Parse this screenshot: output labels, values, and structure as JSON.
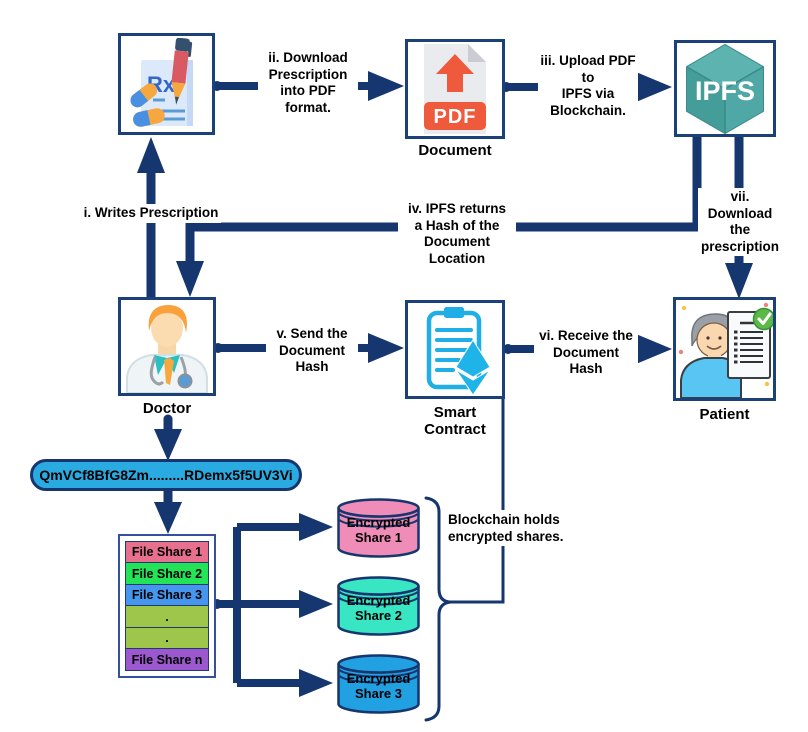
{
  "nodes": {
    "prescription": {
      "rx_text": "Rx"
    },
    "document": {
      "label": "Document",
      "badge": "PDF"
    },
    "ipfs": {
      "logo_text": "IPFS"
    },
    "doctor": {
      "label": "Doctor"
    },
    "smart_contract": {
      "label": "Smart Contract"
    },
    "patient": {
      "label": "Patient"
    }
  },
  "steps": {
    "i": "i. Writes Prescription",
    "ii": "ii. Download\nPrescription\ninto PDF\nformat.",
    "iii": "iii. Upload PDF\nto\nIPFS via\nBlockchain.",
    "iv": "iv. IPFS returns\na Hash of the\nDocument Location",
    "v": "v. Send the\nDocument\nHash",
    "vi": "vi. Receive the\nDocument\nHash",
    "vii": "vii.\nDownload\nthe\nprescription"
  },
  "hash_pill": {
    "text": "QmVCf8BfG8Zm.........RDemx5f5UV3Vi",
    "fill": "#29ABE2"
  },
  "file_stack": {
    "rows": [
      {
        "label": "File Share 1",
        "color": "#E8708F"
      },
      {
        "label": "File Share 2",
        "color": "#25E356"
      },
      {
        "label": "File Share 3",
        "color": "#4596EC"
      },
      {
        "label": ".",
        "color": "#9DC64B"
      },
      {
        "label": ".",
        "color": "#9DC64B"
      },
      {
        "label": "File Share n",
        "color": "#9C59CF"
      }
    ]
  },
  "encrypted_shares": [
    {
      "label": "Encrypted Share 1",
      "color": "#EF8DB8"
    },
    {
      "label": "Encrypted Share 2",
      "color": "#38E6C4"
    },
    {
      "label": "Encrypted Share 3",
      "color": "#21A0E2"
    }
  ],
  "note": "Blockchain holds\nencrypted shares.",
  "colors": {
    "line": "#16366F",
    "box_border": "#1C4078",
    "ipfs_teal": "#4FA8A6",
    "pdf_red": "#EF5A3C"
  }
}
